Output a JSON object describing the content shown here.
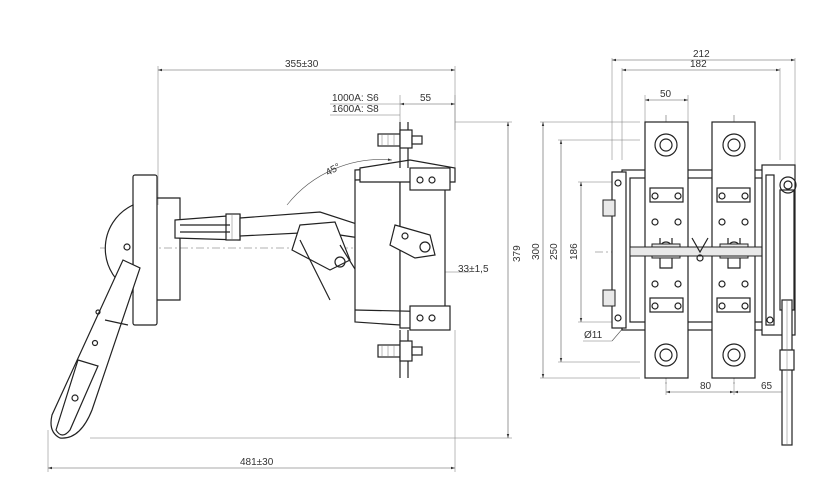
{
  "drawing": {
    "left_view": {
      "dims": {
        "overall_depth": "355±30",
        "contact_offset": "55",
        "variant_s6": "1000A: S6",
        "variant_s8": "1600A: S8",
        "handle_angle": "45°",
        "shaft_offset": "33±1,5",
        "height": "379",
        "overall_length": "481±30"
      }
    },
    "right_view": {
      "dims": {
        "width_outer": "212",
        "width_inner": "182",
        "plate_width": "50",
        "height_outer": "300",
        "height_mid": "250",
        "height_inner": "186",
        "hole_dia": "Ø11",
        "pole_pitch": "80",
        "side_offset": "65"
      }
    }
  }
}
